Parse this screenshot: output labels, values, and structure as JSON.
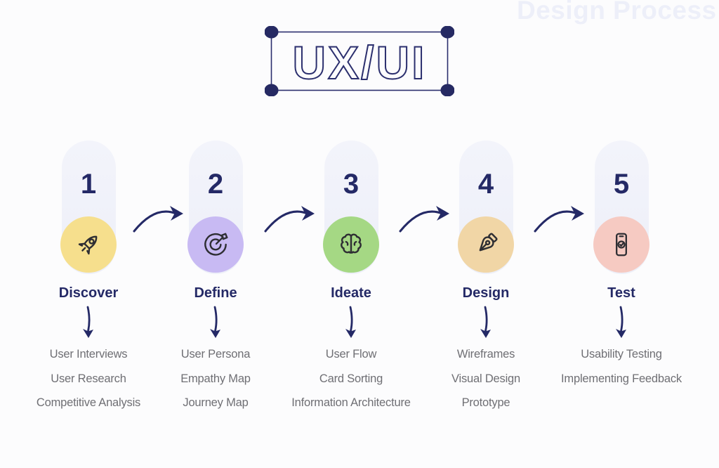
{
  "watermark": "Design Process",
  "logo": {
    "text": "UX/UI"
  },
  "steps": [
    {
      "number": "1",
      "label": "Discover",
      "icon": "rocket-icon",
      "circle_color": "#F6DF8D",
      "items": [
        "User Interviews",
        "User Research",
        "Competitive Analysis"
      ]
    },
    {
      "number": "2",
      "label": "Define",
      "icon": "target-dart-icon",
      "circle_color": "#C8BAF3",
      "items": [
        "User Persona",
        "Empathy Map",
        "Journey Map"
      ]
    },
    {
      "number": "3",
      "label": "Ideate",
      "icon": "brain-icon",
      "circle_color": "#A5D884",
      "items": [
        "User Flow",
        "Card Sorting",
        "Information Architecture"
      ]
    },
    {
      "number": "4",
      "label": "Design",
      "icon": "pen-nib-icon",
      "circle_color": "#F1D6A6",
      "items": [
        "Wireframes",
        "Visual Design",
        "Prototype"
      ]
    },
    {
      "number": "5",
      "label": "Test",
      "icon": "phone-check-icon",
      "circle_color": "#F6CAC2",
      "items": [
        "Usability Testing",
        "Implementing Feedback"
      ]
    }
  ],
  "colors": {
    "background": "#FCFCFD",
    "navy": "#242966",
    "pill": "#EFF0F9",
    "list_text": "#6F6F74",
    "watermark_text": "#EDEFF9",
    "icon_stroke": "#2E2E33",
    "logo_outline": "#2B2F6E"
  }
}
